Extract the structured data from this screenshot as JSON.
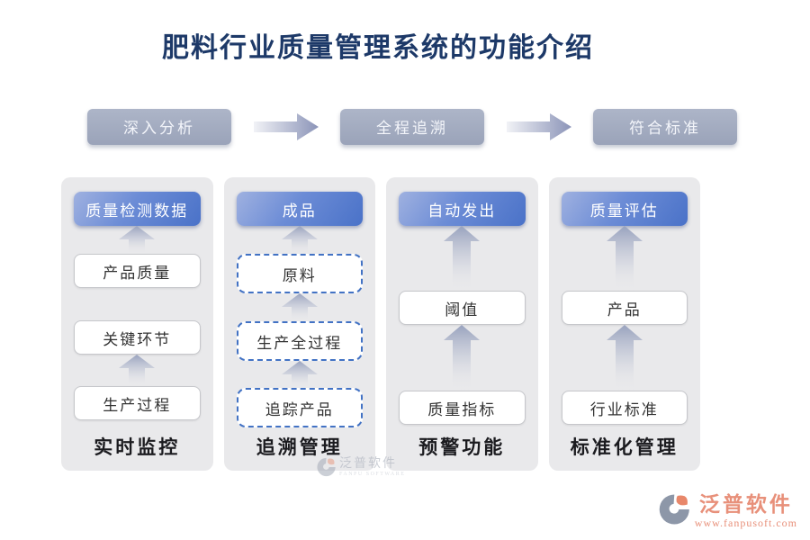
{
  "title": "肥料行业质量管理系统的功能介绍",
  "flow": {
    "steps": [
      {
        "label": "深入分析"
      },
      {
        "label": "全程追溯"
      },
      {
        "label": "符合标准"
      }
    ]
  },
  "columns": [
    {
      "header": "质量检测数据",
      "items": [
        {
          "label": "产品质量"
        },
        {
          "label": "关键环节"
        },
        {
          "label": "生产过程"
        }
      ],
      "footer": "实时监控"
    },
    {
      "header": "成品",
      "items": [
        {
          "label": "原料"
        },
        {
          "label": "生产全过程"
        },
        {
          "label": "追踪产品"
        }
      ],
      "footer": "追溯管理"
    },
    {
      "header": "自动发出",
      "items": [
        {
          "label": "阈值"
        },
        {
          "label": "质量指标"
        }
      ],
      "footer": "预警功能"
    },
    {
      "header": "质量评估",
      "items": [
        {
          "label": "产品"
        },
        {
          "label": "行业标准"
        }
      ],
      "footer": "标准化管理"
    }
  ],
  "watermark": {
    "brand": "泛普软件",
    "sub": "FANPU SOFTWARE"
  },
  "logo": {
    "brand": "泛普软件",
    "url": "www.fanpusoft.com"
  },
  "colors": {
    "title": "#1d3968",
    "accent_blue": "#4a72c8",
    "flow_button_gray": "#9aa3b9",
    "dashed_border": "#4272c4",
    "brand_orange": "#e8907a",
    "column_bg": "#e9e9eb"
  }
}
